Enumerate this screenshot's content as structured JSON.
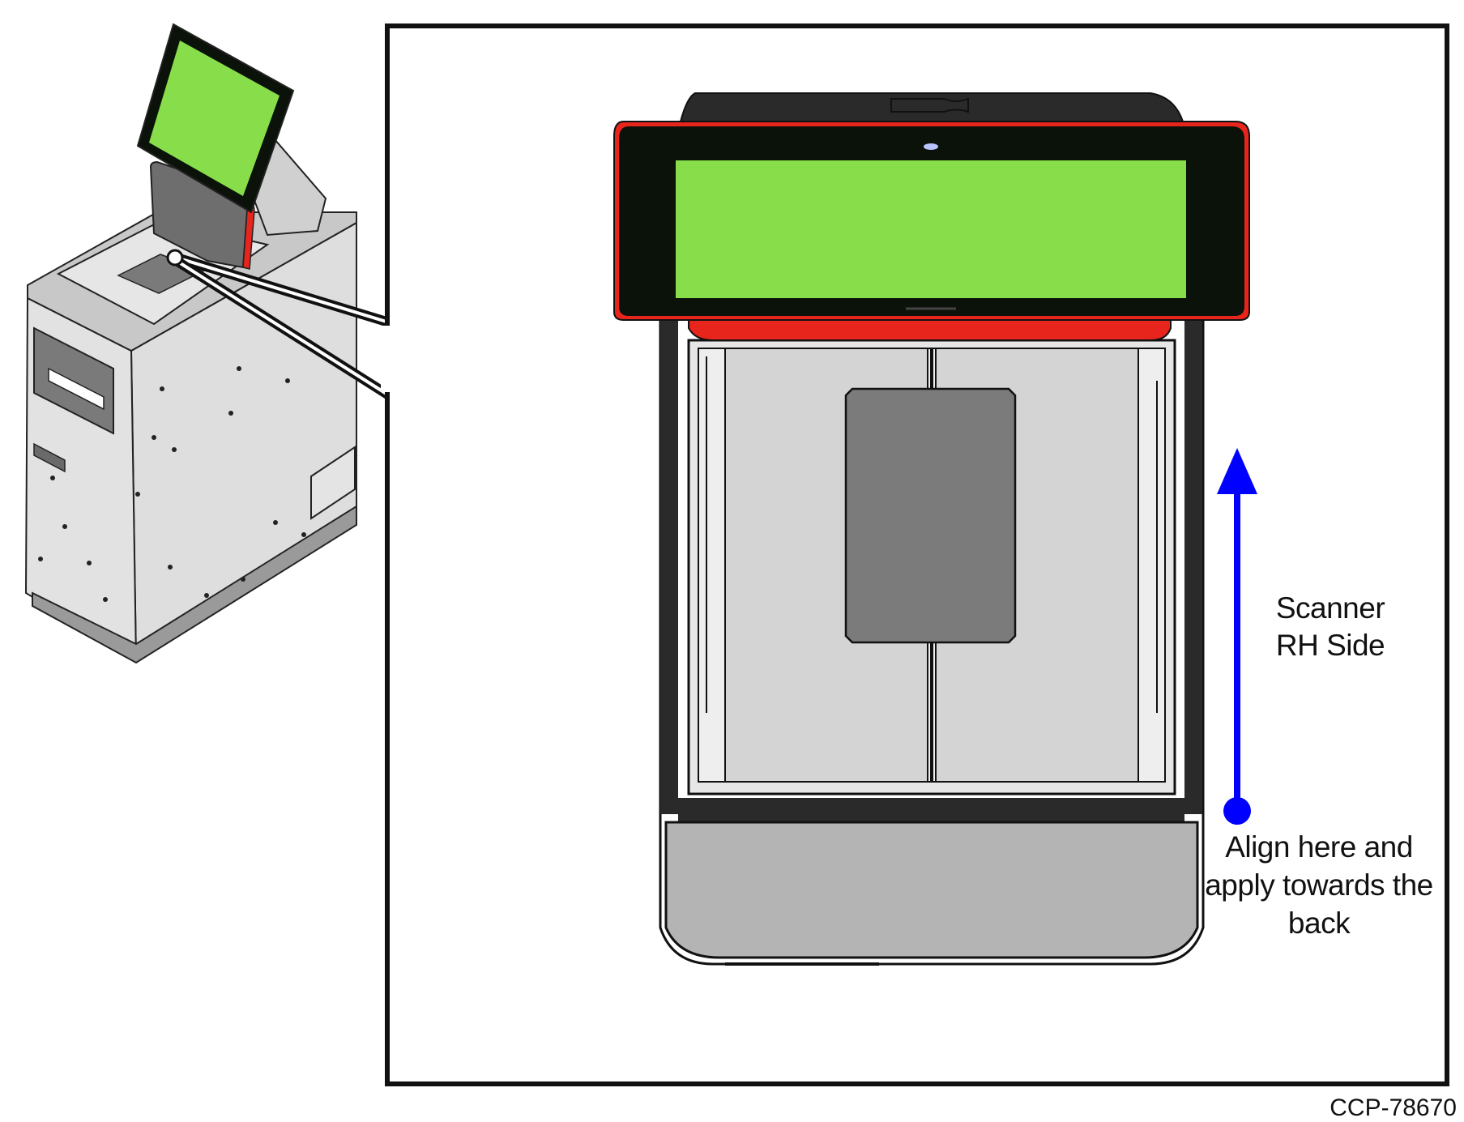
{
  "labels": {
    "scanner_line1": "Scanner",
    "scanner_line2": "RH Side",
    "align_line1": "Align here and",
    "align_line2": "apply towards the",
    "align_line3": "back",
    "figure_id": "CCP-78670"
  },
  "colors": {
    "screen_green": "#88de4a",
    "accent_red": "#e8251d",
    "arrow_blue": "#0000ff",
    "bezel_black": "#0b1209",
    "panel_grey": "#d4d4d4",
    "pad_grey": "#7b7b7b",
    "base_grey": "#b4b4b4"
  },
  "icons": {
    "direction_arrow": "arrow-up-icon",
    "align_marker": "dot-marker-icon"
  }
}
